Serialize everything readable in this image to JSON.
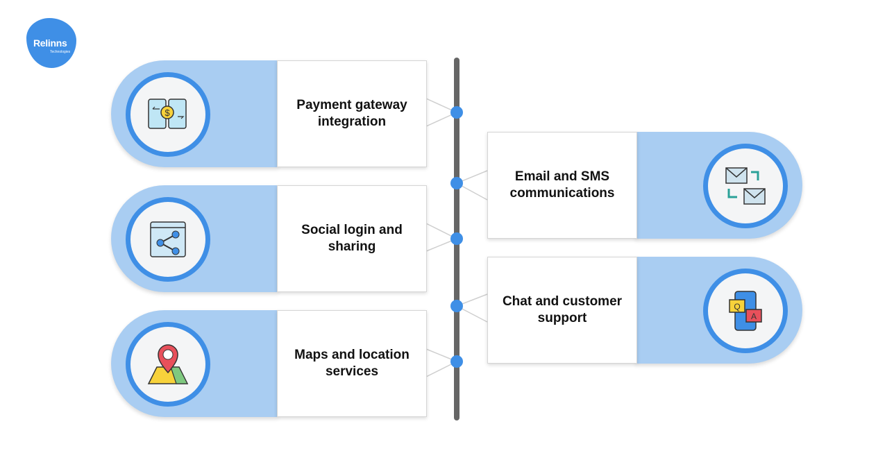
{
  "logo": {
    "name": "Relinns",
    "subtitle": "Technologies"
  },
  "left_items": [
    {
      "label": "Payment gateway integration",
      "icon": "payment-transfer-icon"
    },
    {
      "label": "Social login and sharing",
      "icon": "share-icon"
    },
    {
      "label": "Maps and location services",
      "icon": "map-pin-icon"
    }
  ],
  "right_items": [
    {
      "label": "Email and SMS communications",
      "icon": "email-exchange-icon"
    },
    {
      "label": "Chat and customer support",
      "icon": "qa-chat-icon"
    }
  ],
  "colors": {
    "accent": "#3f8fe6",
    "light": "#a9cdf2",
    "timeline": "#666666"
  }
}
